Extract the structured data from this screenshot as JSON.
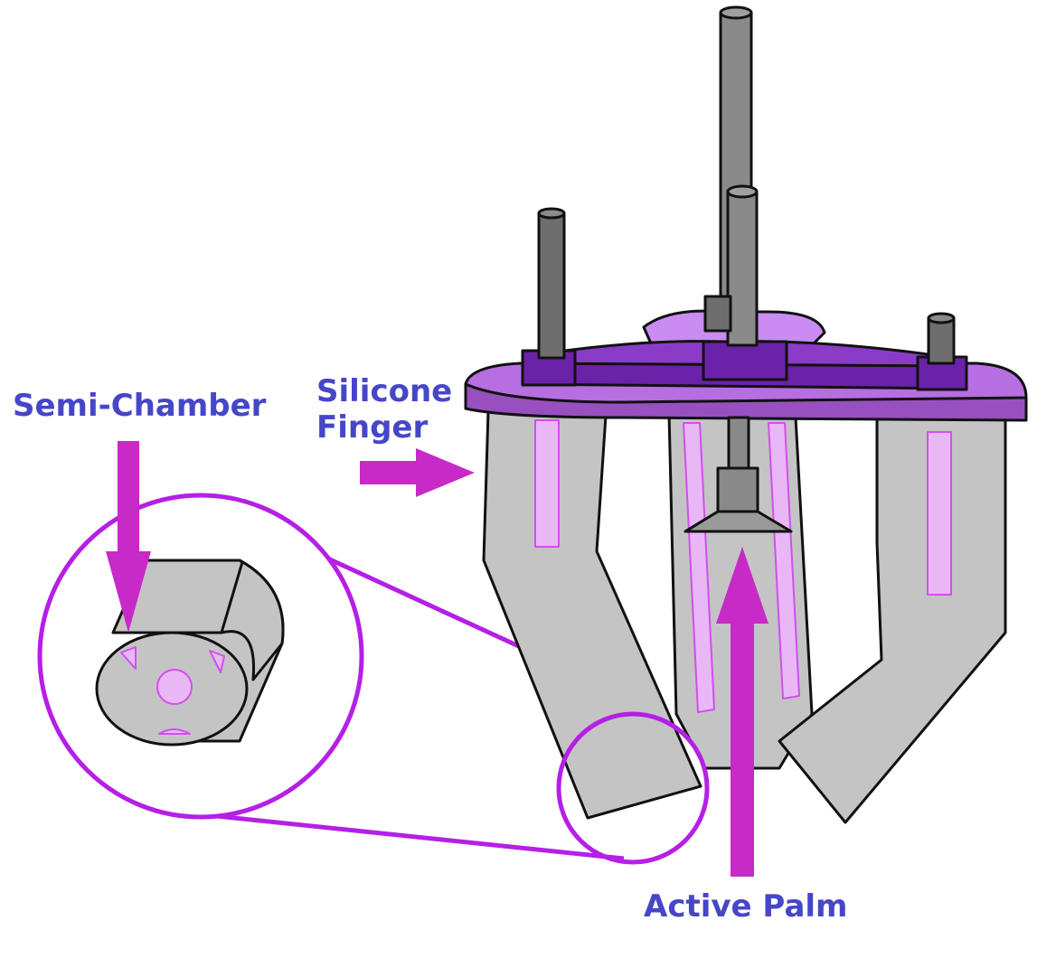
{
  "labels": {
    "semi_chamber": "Semi-Chamber",
    "silicone": "Silicone",
    "finger": "Finger",
    "active_palm": "Active Palm"
  },
  "colors": {
    "label_text": "#4646c8",
    "arrow": "#c82ac8",
    "callout": "#b51fe6",
    "silicone_gray": "#c4c4c4",
    "rod_gray": "#8a8a8a",
    "plate_purple": "#b66ee0",
    "bracket_purple": "#6a22a8",
    "chamber_pink": "#e9b7f6",
    "outline": "#111111"
  },
  "icons": [
    "arrow-down-icon",
    "arrow-right-icon",
    "arrow-up-icon"
  ]
}
